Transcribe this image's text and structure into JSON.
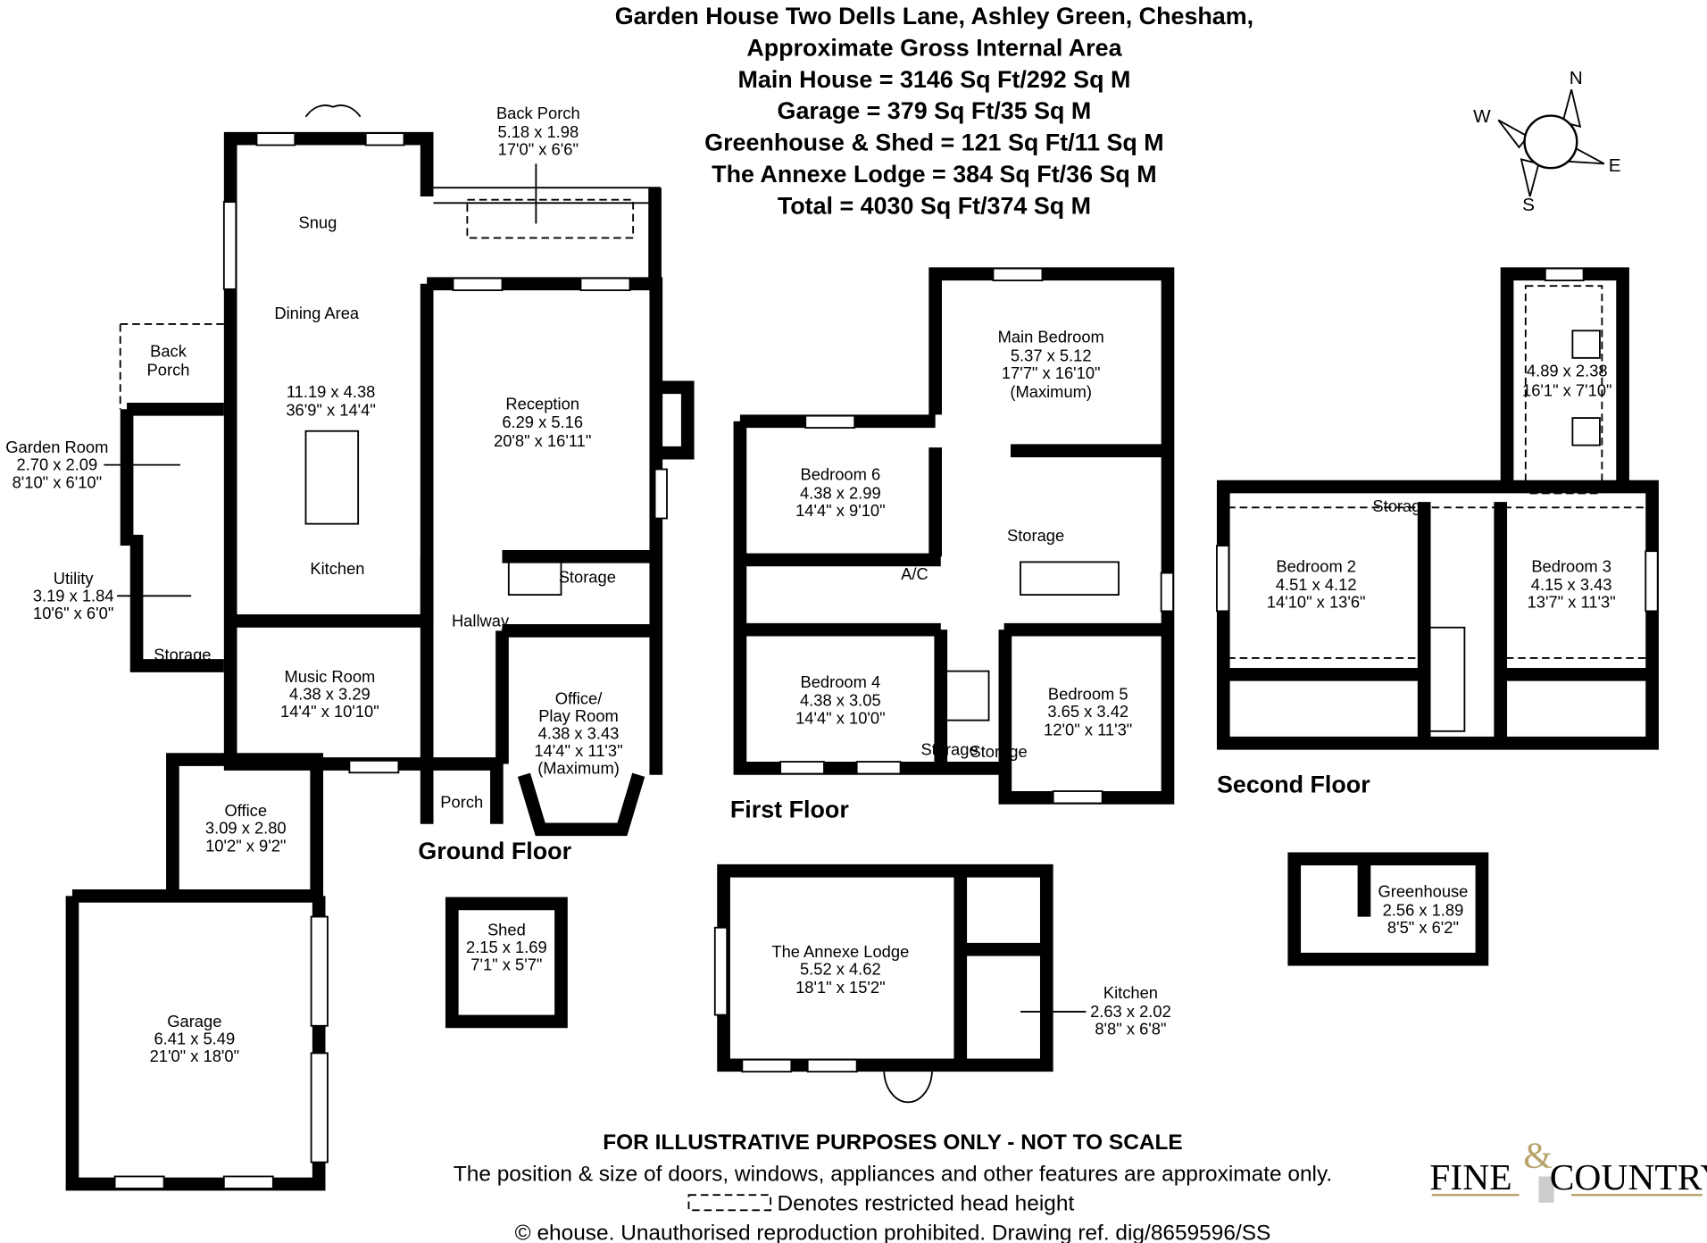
{
  "header": {
    "lines": [
      "Garden House Two Dells Lane, Ashley Green, Chesham,",
      "Approximate Gross Internal Area",
      "Main House = 3146 Sq Ft/292 Sq M",
      "Garage = 379 Sq Ft/35 Sq M",
      "Greenhouse & Shed = 121 Sq Ft/11 Sq M",
      "The Annexe Lodge = 384 Sq Ft/36 Sq M",
      "Total = 4030 Sq Ft/374 Sq M"
    ]
  },
  "compass": {
    "n": "N",
    "e": "E",
    "s": "S",
    "w": "W",
    "icon": "compass-rose-icon"
  },
  "ground_floor": {
    "label": "Ground Floor",
    "rooms": [
      {
        "name": "Back Porch",
        "dims": [
          "5.18 x 1.98",
          "17'0\" x 6'6\""
        ]
      },
      {
        "name": "Snug",
        "dims": []
      },
      {
        "name": "Dining Area",
        "dims": [
          "11.19 x 4.38",
          "36'9\" x 14'4\""
        ]
      },
      {
        "name": "Kitchen",
        "dims": []
      },
      {
        "name": "Reception",
        "dims": [
          "6.29 x 5.16",
          "20'8\" x 16'11\""
        ]
      },
      {
        "name": "Back",
        "dims": [
          "Porch"
        ]
      },
      {
        "name": "Garden Room",
        "dims": [
          "2.70 x 2.09",
          "8'10\" x 6'10\""
        ]
      },
      {
        "name": "Utility",
        "dims": [
          "3.19 x 1.84",
          "10'6\" x 6'0\""
        ]
      },
      {
        "name": "Storage",
        "dims": []
      },
      {
        "name": "Hallway",
        "dims": []
      },
      {
        "name": "Storage",
        "dims": []
      },
      {
        "name": "Music Room",
        "dims": [
          "4.38 x 3.29",
          "14'4\" x 10'10\""
        ]
      },
      {
        "name": "Office/",
        "dims": [
          "Play Room",
          "4.38 x 3.43",
          "14'4\" x 11'3\"",
          "(Maximum)"
        ]
      },
      {
        "name": "Office",
        "dims": [
          "3.09 x 2.80",
          "10'2\" x 9'2\""
        ]
      },
      {
        "name": "Porch",
        "dims": []
      },
      {
        "name": "Garage",
        "dims": [
          "6.41 x 5.49",
          "21'0\" x 18'0\""
        ]
      },
      {
        "name": "Shed",
        "dims": [
          "2.15 x 1.69",
          "7'1\" x 5'7\""
        ]
      }
    ]
  },
  "first_floor": {
    "label": "First Floor",
    "rooms": [
      {
        "name": "Main Bedroom",
        "dims": [
          "5.37 x 5.12",
          "17'7\" x 16'10\"",
          "(Maximum)"
        ]
      },
      {
        "name": "Bedroom 6",
        "dims": [
          "4.38 x 2.99",
          "14'4\" x 9'10\""
        ]
      },
      {
        "name": "A/C",
        "dims": []
      },
      {
        "name": "Storage",
        "dims": []
      },
      {
        "name": "Bedroom 4",
        "dims": [
          "4.38 x 3.05",
          "14'4\" x 10'0\""
        ]
      },
      {
        "name": "Bedroom 5",
        "dims": [
          "3.65 x 3.42",
          "12'0\" x 11'3\""
        ]
      },
      {
        "name": "Storage",
        "dims": []
      },
      {
        "name": "Storage",
        "dims": []
      }
    ]
  },
  "second_floor": {
    "label": "Second Floor",
    "rooms": [
      {
        "name": "",
        "dims": [
          "4.89 x 2.38",
          "16'1\" x 7'10\""
        ]
      },
      {
        "name": "Bedroom 2",
        "dims": [
          "4.51 x 4.12",
          "14'10\" x 13'6\""
        ]
      },
      {
        "name": "Bedroom 3",
        "dims": [
          "4.15 x 3.43",
          "13'7\" x 11'3\""
        ]
      },
      {
        "name": "Storage",
        "dims": []
      }
    ]
  },
  "annexe": {
    "rooms": [
      {
        "name": "The Annexe Lodge",
        "dims": [
          "5.52 x 4.62",
          "18'1\" x 15'2\""
        ]
      },
      {
        "name": "Kitchen",
        "dims": [
          "2.63 x 2.02",
          "8'8\" x 6'8\""
        ]
      }
    ]
  },
  "greenhouse": {
    "name": "Greenhouse",
    "dims": [
      "2.56 x 1.89",
      "8'5\" x 6'2\""
    ]
  },
  "footer": {
    "disclaimer": "FOR ILLUSTRATIVE PURPOSES ONLY - NOT TO SCALE",
    "note": "The position & size of doors, windows, appliances and other features are approximate only.",
    "legend": "Denotes restricted head height",
    "copyright": "© ehouse. Unauthorised reproduction prohibited. Drawing ref. dig/8659596/SS"
  },
  "logo": {
    "text_left": "FINE",
    "ampersand": "&",
    "text_right": "COUNTRY",
    "accent": "#b8a36a"
  }
}
